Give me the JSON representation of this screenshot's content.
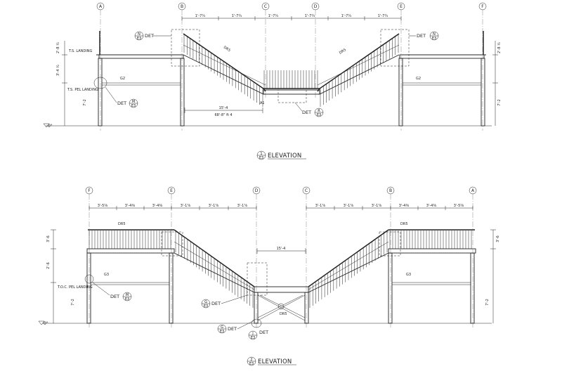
{
  "views": [
    {
      "grids": [
        "A",
        "B",
        "C",
        "D",
        "E",
        "F"
      ],
      "dims_top": [
        "1'-7¾",
        "1'-7¾",
        "1'-7¾",
        "1'-7¾",
        "1'-7¾",
        "1'-7¾"
      ],
      "title": "ELEVATION",
      "title_num": "1",
      "title_sheet": "E3",
      "level_label": "0\"",
      "left_dims": [
        "2'-8 ½",
        "T.S. LANDING",
        "3'-4 ½",
        "T.S. PEL LANDING",
        "7'-2"
      ],
      "right_dims": [
        "2'-8 ½",
        "7'-2"
      ],
      "dets": [
        {
          "label": "DET",
          "num": "N",
          "sheet": "E3"
        },
        {
          "label": "DET",
          "num": "N",
          "sheet": "E3"
        },
        {
          "label": "DET",
          "num": "M",
          "sheet": "E3"
        },
        {
          "label": "DET",
          "num": "R",
          "sheet": "E3"
        }
      ],
      "members": [
        "G2",
        "G2",
        "DR5",
        "DR5",
        "A1"
      ],
      "mid_dims": [
        "15'-4",
        "68'-8\" ft 4"
      ]
    },
    {
      "grids": [
        "F",
        "E",
        "D",
        "C",
        "B",
        "A"
      ],
      "dims_top": [
        "3'-5⅝",
        "3'-4⅜",
        "3'-4⅜",
        "3'-1⅞",
        "3'-1⅞",
        "3'-1⅞",
        "3'-1⅞",
        "3'-1⅞",
        "3'-1⅞",
        "3'-4⅜",
        "3'-4⅜",
        "3'-5⅝"
      ],
      "title": "ELEVATION",
      "title_num": "2",
      "title_sheet": "E3",
      "level_label": "0\"",
      "left_dims": [
        "3'-6",
        "2'-6",
        "T.O.C. PEL LANDING",
        "7'-2"
      ],
      "right_dims": [
        "3'-6",
        "7'-2"
      ],
      "dets": [
        {
          "label": "DET",
          "num": "M",
          "sheet": "E3"
        },
        {
          "label": "DET",
          "num": "G",
          "sheet": "E3"
        },
        {
          "label": "DET",
          "num": "G",
          "sheet": "E3"
        },
        {
          "label": "DET",
          "num": "J",
          "sheet": "E3"
        }
      ],
      "members": [
        "G3",
        "G3",
        "DR5",
        "DR5",
        "DR5"
      ],
      "mid_dims": [
        "15'-4"
      ]
    }
  ]
}
